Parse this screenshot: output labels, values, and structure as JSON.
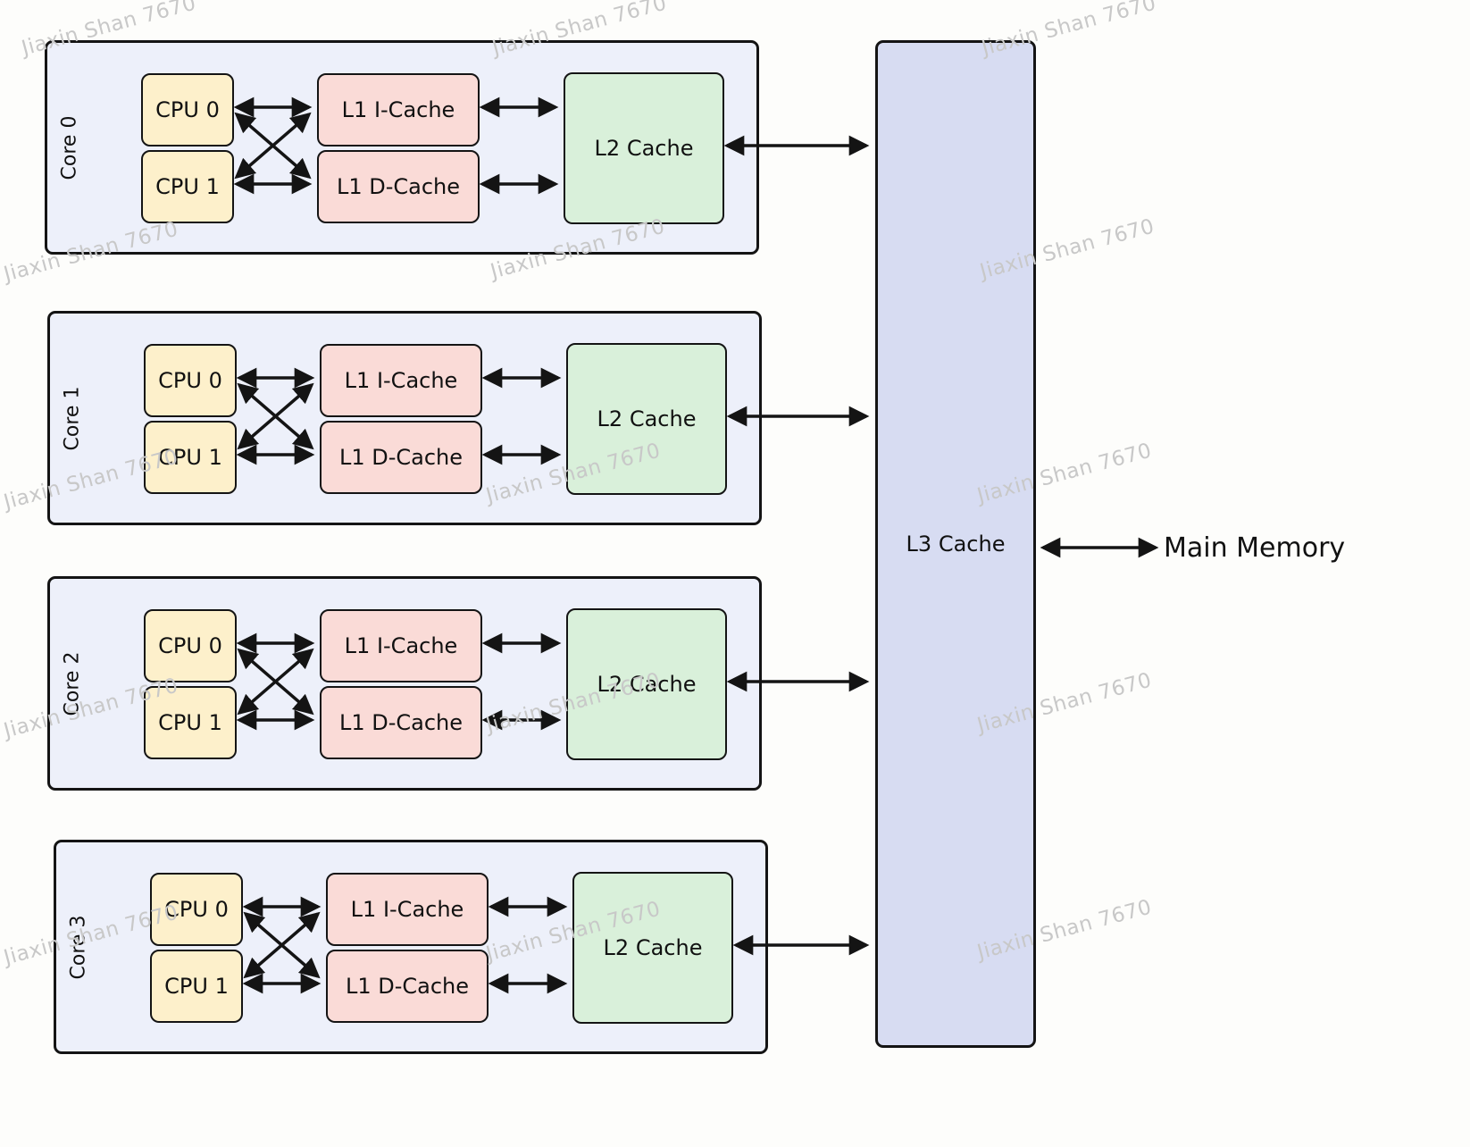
{
  "diagram": {
    "cores": [
      {
        "label": "Core 0",
        "cpu0": "CPU 0",
        "cpu1": "CPU 1",
        "l1i": "L1 I-Cache",
        "l1d": "L1 D-Cache",
        "l2": "L2 Cache"
      },
      {
        "label": "Core 1",
        "cpu0": "CPU 0",
        "cpu1": "CPU 1",
        "l1i": "L1 I-Cache",
        "l1d": "L1 D-Cache",
        "l2": "L2 Cache"
      },
      {
        "label": "Core 2",
        "cpu0": "CPU 0",
        "cpu1": "CPU 1",
        "l1i": "L1 I-Cache",
        "l1d": "L1 D-Cache",
        "l2": "L2 Cache"
      },
      {
        "label": "Core 3",
        "cpu0": "CPU 0",
        "cpu1": "CPU 1",
        "l1i": "L1 I-Cache",
        "l1d": "L1 D-Cache",
        "l2": "L2 Cache"
      }
    ],
    "l3_label": "L3 Cache",
    "main_memory_label": "Main Memory",
    "watermark": "Jiaxin Shan 7670",
    "colors": {
      "core_bg": "#edf0fa",
      "cpu_bg": "#fdf0cb",
      "l1_bg": "#fadbd7",
      "l2_bg": "#d9f0da",
      "l3_bg": "#d7dcf2",
      "stroke": "#141414",
      "watermark": "#c8c8c8"
    }
  }
}
